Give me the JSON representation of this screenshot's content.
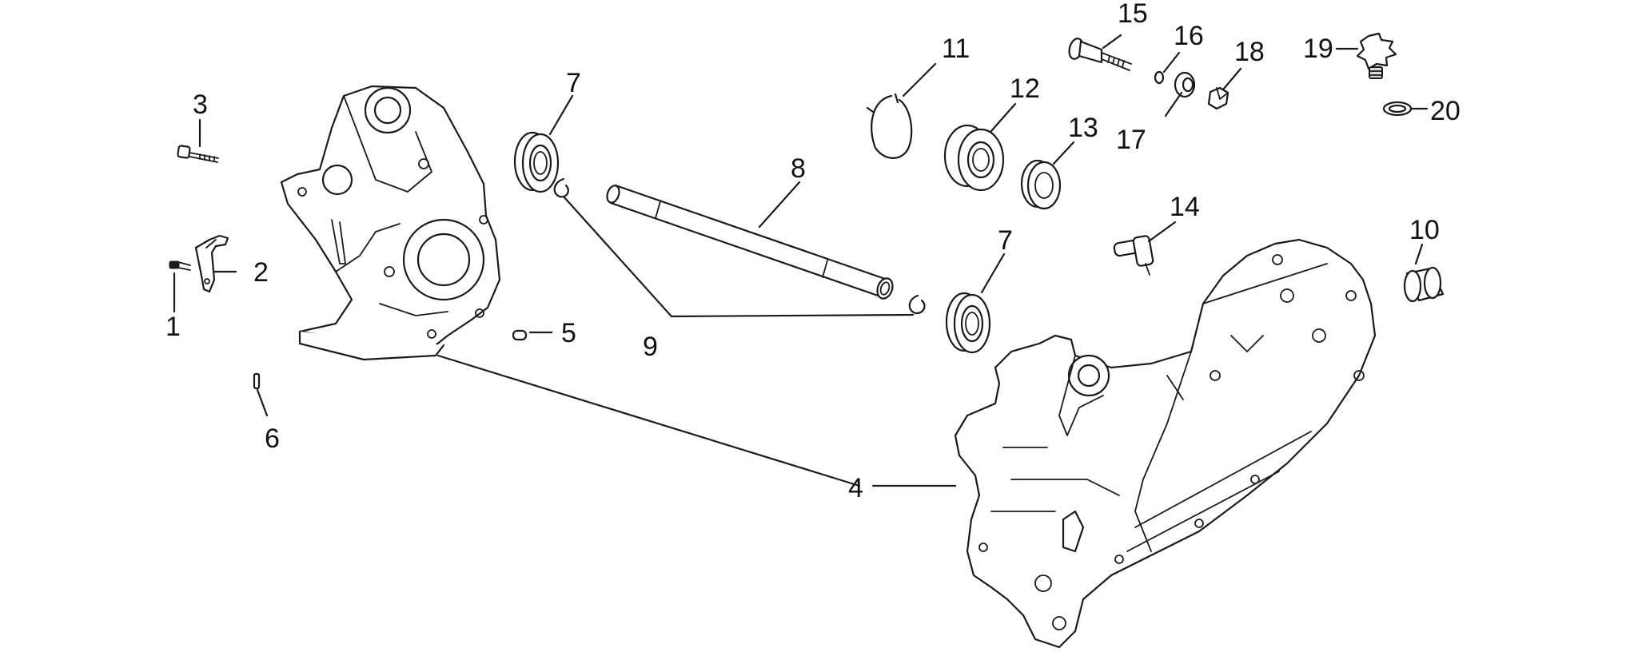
{
  "diagram": {
    "labels": {
      "p1": "1",
      "p2": "2",
      "p3": "3",
      "p4": "4",
      "p5": "5",
      "p6": "6",
      "p7a": "7",
      "p7b": "7",
      "p8": "8",
      "p9": "9",
      "p10": "10",
      "p11": "11",
      "p12": "12",
      "p13": "13",
      "p14": "14",
      "p15": "15",
      "p16": "16",
      "p17": "17",
      "p18": "18",
      "p19": "19",
      "p20": "20"
    }
  }
}
